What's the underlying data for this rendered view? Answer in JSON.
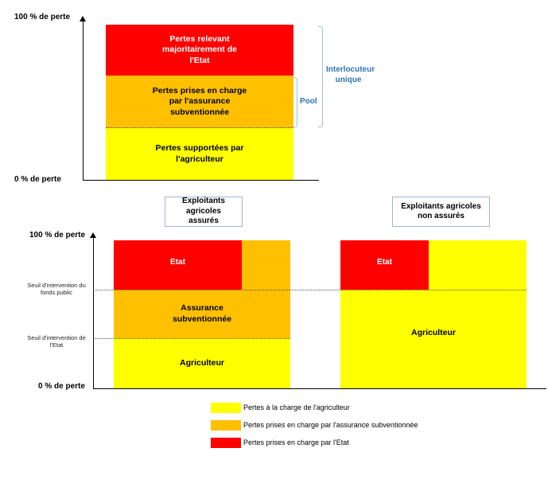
{
  "top_chart": {
    "y_top_label": "100 % de perte",
    "y_bottom_label": "0 % de perte",
    "block_state": "Pertes relevant majoritairement de l'Etat",
    "block_insurance": "Pertes prises en charge par l'assurance subventionnée",
    "block_farmer": "Pertes supportées par l'agriculteur",
    "pool_label": "Pool",
    "single_contact_label": "Interlocuteur unique"
  },
  "bottom_chart": {
    "y_top_label": "100 % de perte",
    "y_bottom_label": "0 % de perte",
    "threshold_public_fund": "Seuil d'intervention du fonds public",
    "threshold_state": "Seuil d'intervention de l'Etat",
    "insured_header": "Exploitants agricoles assurés",
    "uninsured_header": "Exploitants agricoles non assurés",
    "insured_state": "Etat",
    "insured_insurance": "Assurance subventionnée",
    "insured_farmer": "Agriculteur",
    "uninsured_state": "Etat",
    "uninsured_farmer": "Agriculteur"
  },
  "legend": {
    "farmer": "Pertes à la charge de l'agriculteur",
    "insurance": "Pertes prises en charge par l'assurance subventionnée",
    "state": "Pertes prises en charge par l'Etat"
  },
  "colors": {
    "state": "#ff0000",
    "insurance": "#ffc000",
    "farmer": "#ffff00",
    "accent_blue": "#2e75b6"
  }
}
